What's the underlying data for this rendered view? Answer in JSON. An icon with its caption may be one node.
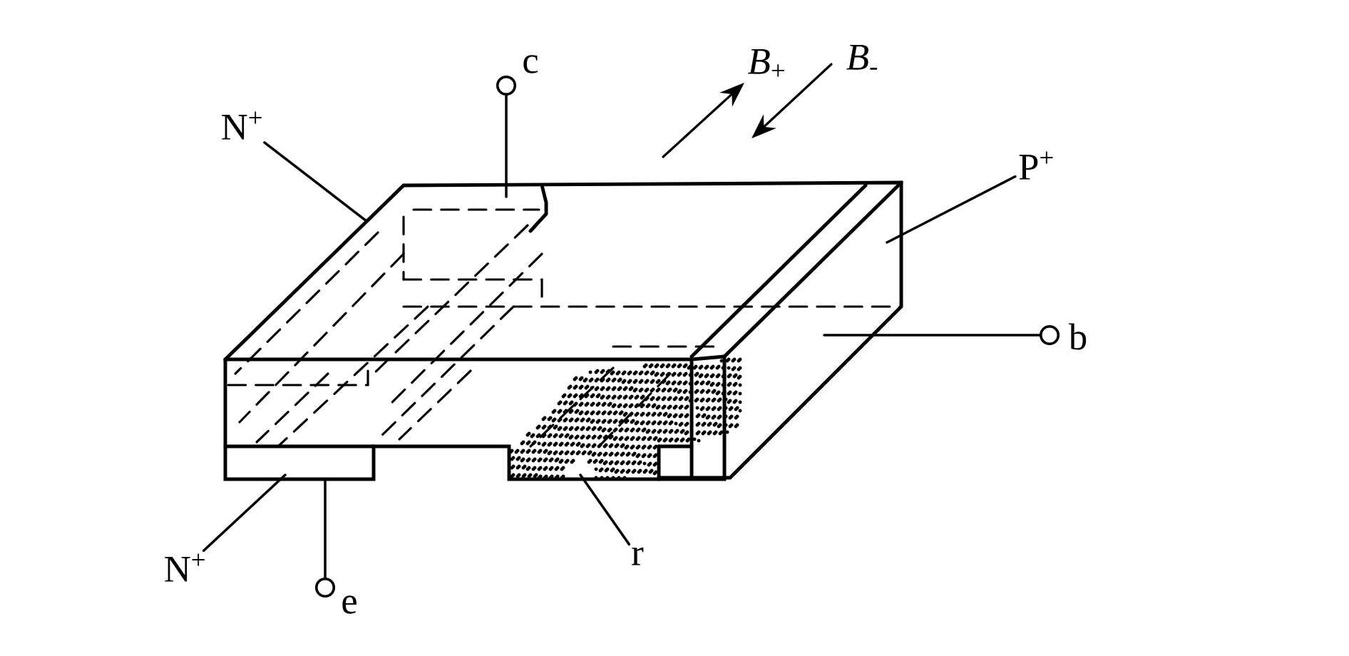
{
  "diagram": {
    "nodes": [
      {
        "text": [
          "N$^{+}$"
        ]
      },
      {
        "text": [],
        "shape": "circle",
        "beside": [
          "c"
        ]
      },
      {
        "text": [
          "P$^{+}$"
        ]
      },
      {
        "text": [],
        "shape": "circle",
        "beside": [
          "b"
        ]
      },
      {
        "text": [
          "N$^{+}$"
        ]
      },
      {
        "text": [],
        "shape": "circle",
        "beside": [
          "e"
        ]
      },
      {
        "text": [
          "r"
        ]
      }
    ],
    "edges": [
      {
        "from": 0,
        "to": null,
        "arrow": "none"
      },
      {
        "from": 1,
        "to": null,
        "arrow": "none"
      },
      {
        "from": 2,
        "to": null,
        "arrow": "none"
      },
      {
        "from": 3,
        "to": null,
        "arrow": "none"
      },
      {
        "from": 4,
        "to": null,
        "arrow": "none"
      },
      {
        "from": 5,
        "to": null,
        "arrow": "none"
      },
      {
        "from": 6,
        "to": null,
        "arrow": "none"
      }
    ],
    "labels": [
      "*B*$_{+}$",
      "*B*$_{-}$"
    ]
  }
}
